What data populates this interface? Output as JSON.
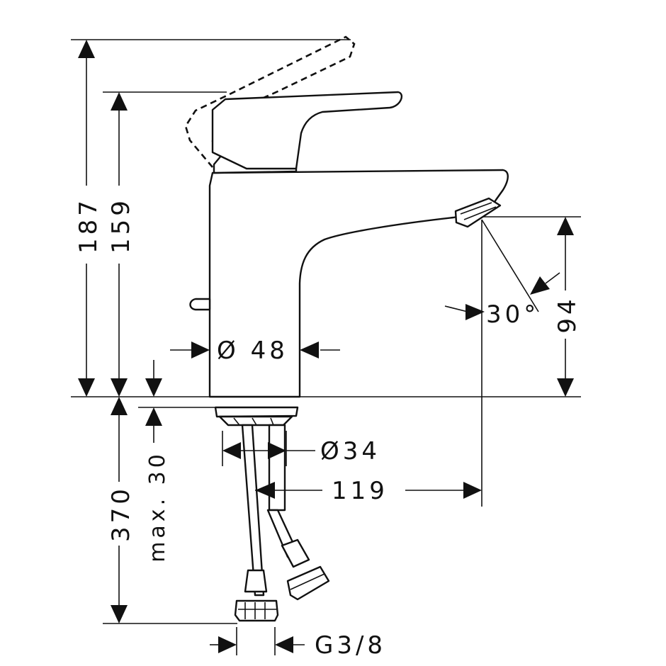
{
  "dimensions": {
    "total_height": "187",
    "body_height": "159",
    "spout_height": "94",
    "spray_angle": "30°",
    "body_diameter": "Ø 48",
    "shank_diameter": "Ø34",
    "spout_reach": "119",
    "max_counter_thickness": "max. 30",
    "hose_length": "370",
    "connection_thread": "G3/8"
  }
}
